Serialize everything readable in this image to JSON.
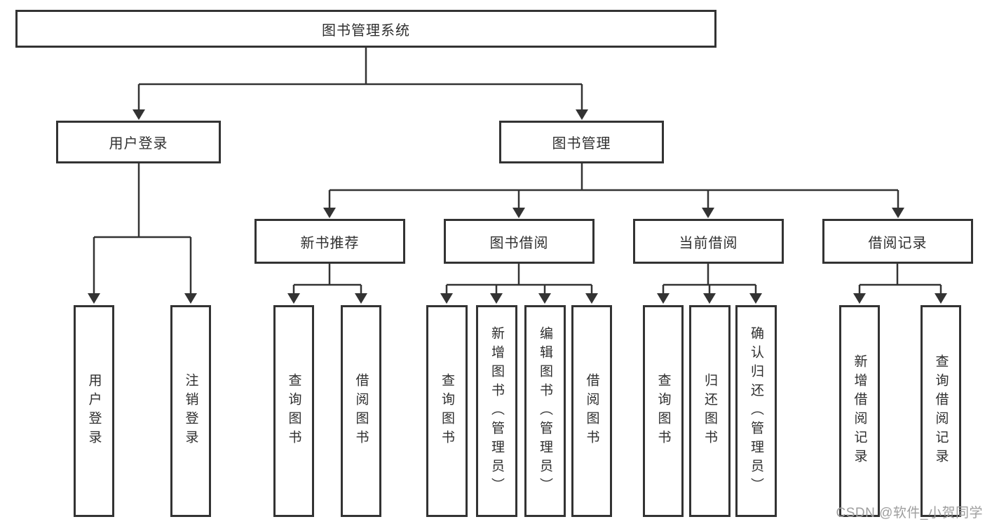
{
  "tree": {
    "label": "图书管理系统",
    "children": [
      {
        "label": "用户登录",
        "children": [
          {
            "label": "用户登录"
          },
          {
            "label": "注销登录"
          }
        ]
      },
      {
        "label": "图书管理",
        "children": [
          {
            "label": "新书推荐",
            "children": [
              {
                "label": "查询图书"
              },
              {
                "label": "借阅图书"
              }
            ]
          },
          {
            "label": "图书借阅",
            "children": [
              {
                "label": "查询图书"
              },
              {
                "label": "新增图书（管理员）"
              },
              {
                "label": "编辑图书（管理员）"
              },
              {
                "label": "借阅图书"
              }
            ]
          },
          {
            "label": "当前借阅",
            "children": [
              {
                "label": "查询图书"
              },
              {
                "label": "归还图书"
              },
              {
                "label": "确认归还（管理员）"
              }
            ]
          },
          {
            "label": "借阅记录",
            "children": [
              {
                "label": "新增借阅记录"
              },
              {
                "label": "查询借阅记录"
              }
            ]
          }
        ]
      }
    ]
  },
  "watermark": {
    "text": "CSDN @软件_小贺同学"
  },
  "colors": {
    "line": "#333333",
    "box_fill": "#ffffff",
    "text": "#2f2f2f",
    "watermark": "#9e9e9e",
    "background": "#ffffff"
  }
}
